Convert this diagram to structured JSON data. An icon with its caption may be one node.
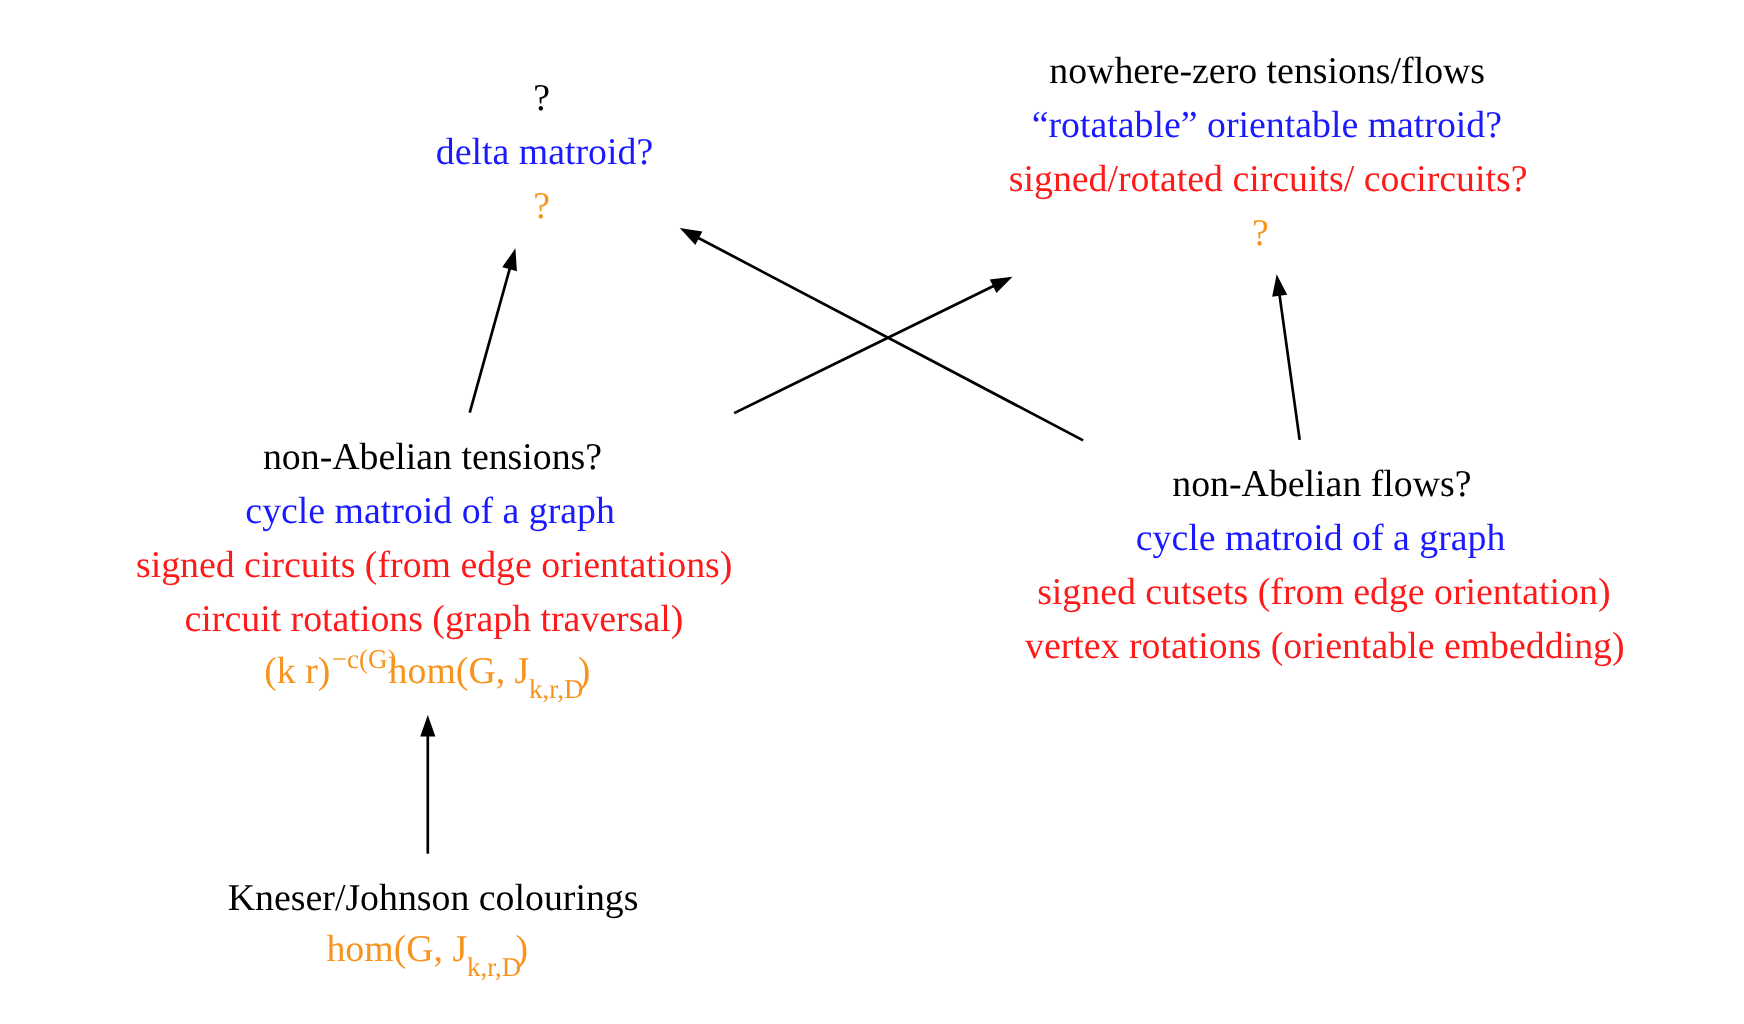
{
  "diagram": {
    "nodes": [
      {
        "text": [
          "?",
          "delta matroid?",
          "?"
        ]
      },
      {
        "text": [
          "nowhere-zero tensions/flows",
          "“rotatable” orientable matroid?",
          "signed/rotated circuits/ cocircuits?",
          "?"
        ]
      },
      {
        "text": [
          "non-Abelian tensions?",
          "cycle matroid of a graph",
          "signed circuits (from edge orientations)",
          "circuit rotations (graph traversal)",
          "(k r)$^{−c(G)}$hom(G, J$_{k,r,D}$)"
        ]
      },
      {
        "text": [
          "non-Abelian flows?",
          "cycle matroid of a graph",
          "signed cutsets (from edge orientation)",
          "vertex rotations (orientable embedding)"
        ]
      },
      {
        "text": [
          "Kneser/Johnson colourings",
          "hom(G, J$_{k,r,D}$)"
        ]
      }
    ],
    "edges": [
      {
        "from": 2,
        "to": 0,
        "arrow": "to"
      },
      {
        "from": 2,
        "to": 1,
        "arrow": "to"
      },
      {
        "from": 3,
        "to": 1,
        "arrow": "to"
      },
      {
        "from": 3,
        "to": 0,
        "arrow": "to"
      },
      {
        "from": 4,
        "to": 2,
        "arrow": "to"
      }
    ]
  }
}
